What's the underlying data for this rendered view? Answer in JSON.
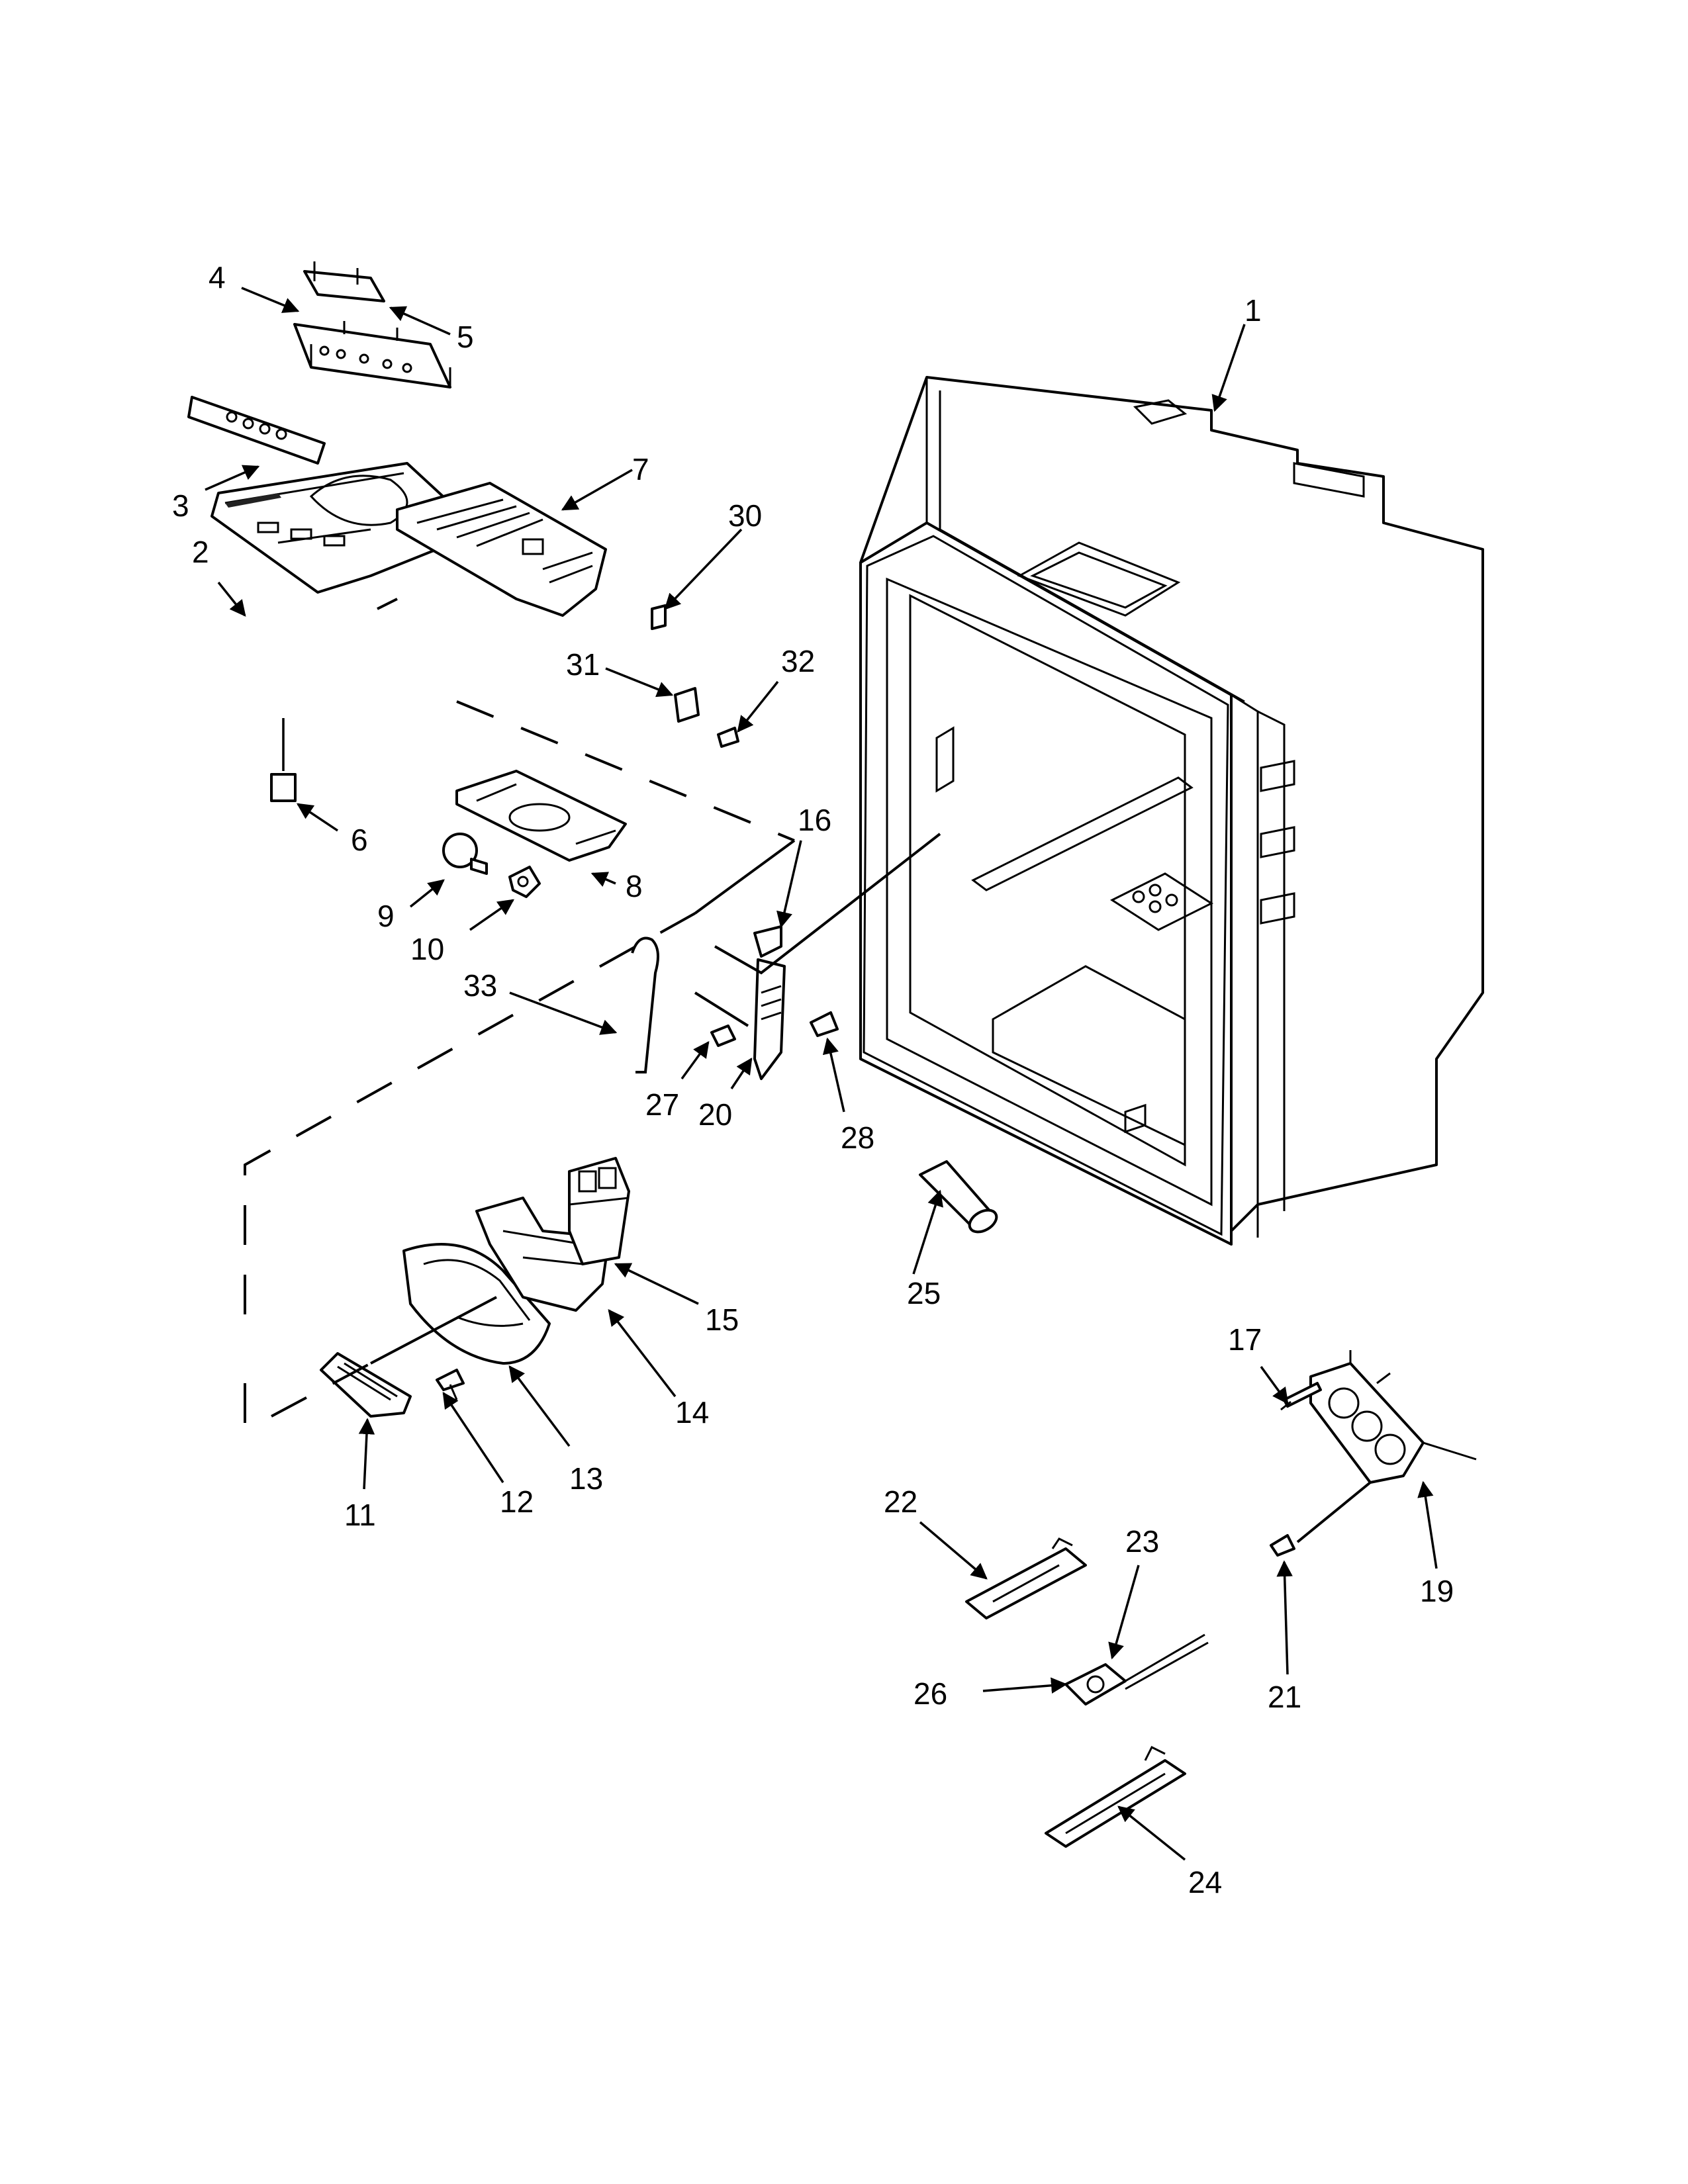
{
  "callouts": {
    "c1": "1",
    "c2": "2",
    "c3": "3",
    "c4": "4",
    "c5": "5",
    "c6": "6",
    "c7": "7",
    "c8": "8",
    "c9": "9",
    "c10": "10",
    "c11": "11",
    "c12": "12",
    "c13": "13",
    "c14": "14",
    "c15": "15",
    "c16": "16",
    "c17": "17",
    "c19": "19",
    "c20": "20",
    "c21": "21",
    "c22": "22",
    "c23": "23",
    "c24": "24",
    "c25": "25",
    "c26": "26",
    "c27": "27",
    "c28": "28",
    "c30": "30",
    "c31": "31",
    "c32": "32",
    "c33": "33"
  }
}
